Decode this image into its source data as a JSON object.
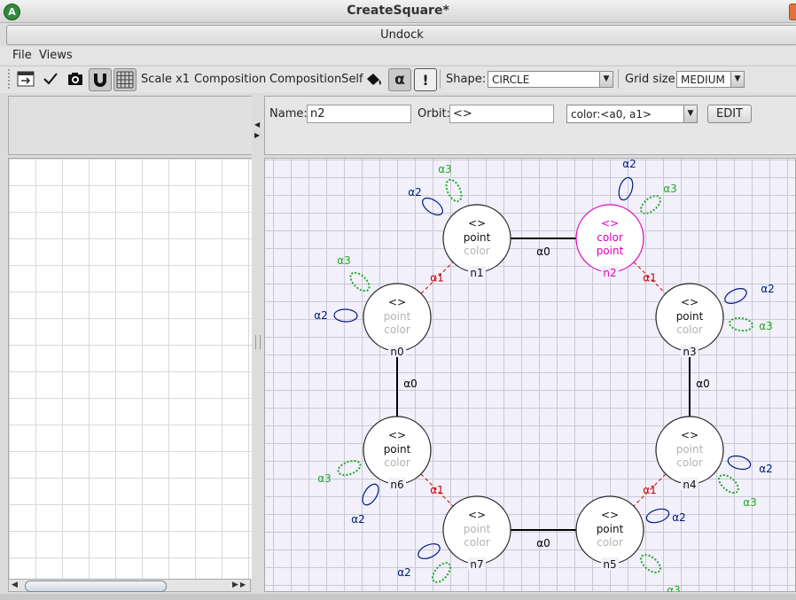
{
  "window": {
    "title": "CreateSquare*",
    "app_icon_letter": "A"
  },
  "undock_label": "Undock",
  "menu": {
    "file": "File",
    "views": "Views"
  },
  "toolbar": {
    "scale_label": "Scale x1",
    "composition_label": "Composition",
    "composition_self_label": "CompositionSelf",
    "alpha_label": "α",
    "bang_label": "!",
    "shape_label": "Shape:",
    "shape_value": "CIRCLE",
    "grid_size_label": "Grid size:",
    "grid_size_value": "MEDIUM"
  },
  "properties": {
    "name_label": "Name:",
    "name_value": "n2",
    "orbit_label": "Orbit:",
    "orbit_value": "<>",
    "embedding_value": "color:<a0, a1>",
    "edit_label": "EDIT"
  },
  "colors": {
    "alpha0": "#000000",
    "alpha1": "#cc0000",
    "alpha2": "#001a80",
    "alpha3": "#22aa22",
    "selected": "#e000c0",
    "faded": "#b4b4b4"
  },
  "graph": {
    "nodes": [
      {
        "id": "n1",
        "orbit": "<>",
        "line1": "point",
        "line2": "color",
        "line1_faded": false,
        "line2_faded": true,
        "selected": false
      },
      {
        "id": "n2",
        "orbit": "<>",
        "line1": "color",
        "line2": "point",
        "line1_faded": false,
        "line2_faded": false,
        "selected": true
      },
      {
        "id": "n0",
        "orbit": "<>",
        "line1": "point",
        "line2": "color",
        "line1_faded": true,
        "line2_faded": true,
        "selected": false
      },
      {
        "id": "n3",
        "orbit": "<>",
        "line1": "point",
        "line2": "color",
        "line1_faded": false,
        "line2_faded": true,
        "selected": false
      },
      {
        "id": "n6",
        "orbit": "<>",
        "line1": "point",
        "line2": "color",
        "line1_faded": false,
        "line2_faded": true,
        "selected": false
      },
      {
        "id": "n4",
        "orbit": "<>",
        "line1": "point",
        "line2": "color",
        "line1_faded": true,
        "line2_faded": true,
        "selected": false
      },
      {
        "id": "n7",
        "orbit": "<>",
        "line1": "point",
        "line2": "color",
        "line1_faded": true,
        "line2_faded": true,
        "selected": false
      },
      {
        "id": "n5",
        "orbit": "<>",
        "line1": "point",
        "line2": "color",
        "line1_faded": false,
        "line2_faded": true,
        "selected": false
      }
    ],
    "edges": [
      {
        "from": "n1",
        "to": "n2",
        "label": "α0",
        "kind": "alpha0"
      },
      {
        "from": "n0",
        "to": "n6",
        "label": "α0",
        "kind": "alpha0"
      },
      {
        "from": "n3",
        "to": "n4",
        "label": "α0",
        "kind": "alpha0"
      },
      {
        "from": "n7",
        "to": "n5",
        "label": "α0",
        "kind": "alpha0"
      },
      {
        "from": "n0",
        "to": "n1",
        "label": "α1",
        "kind": "alpha1"
      },
      {
        "from": "n2",
        "to": "n3",
        "label": "α1",
        "kind": "alpha1"
      },
      {
        "from": "n6",
        "to": "n7",
        "label": "α1",
        "kind": "alpha1"
      },
      {
        "from": "n4",
        "to": "n5",
        "label": "α1",
        "kind": "alpha1"
      }
    ],
    "loop_labels": {
      "alpha2": "α2",
      "alpha3": "α3"
    }
  }
}
